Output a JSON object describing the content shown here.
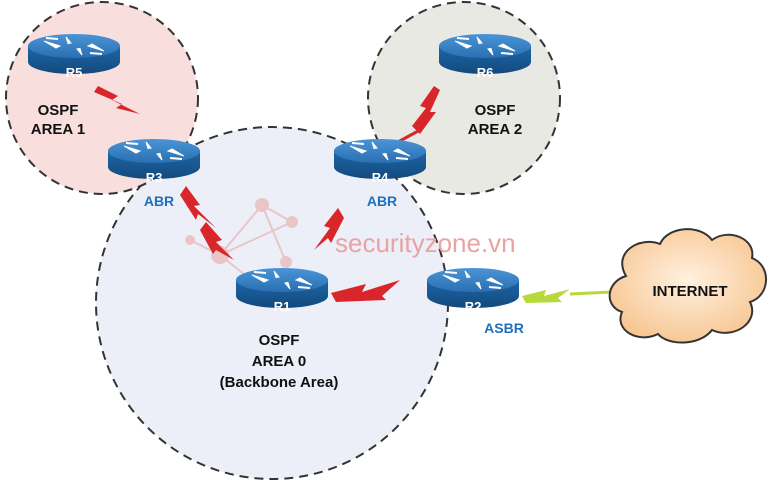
{
  "routers": [
    {
      "id": "r5",
      "name": "R5"
    },
    {
      "id": "r6",
      "name": "R6"
    },
    {
      "id": "r3",
      "name": "R3",
      "role": "ABR"
    },
    {
      "id": "r4",
      "name": "R4",
      "role": "ABR"
    },
    {
      "id": "r1",
      "name": "R1"
    },
    {
      "id": "r2",
      "name": "R2",
      "role": "ASBR"
    }
  ],
  "areas": {
    "area1": {
      "line1": "OSPF",
      "line2": "AREA 1",
      "color": "#f9dede"
    },
    "area2": {
      "line1": "OSPF",
      "line2": "AREA 2",
      "color": "#e9e9e3"
    },
    "area0": {
      "line1": "OSPF",
      "line2": "AREA 0",
      "line3": "(Backbone Area)",
      "color": "#eceff7"
    }
  },
  "cloud": {
    "label": "INTERNET",
    "color": "#fbd9b5"
  },
  "watermark": "securityzone.vn",
  "colors": {
    "router_top": "#2f7fc4",
    "router_side": "#1a5e9e",
    "role_text": "#1f6fbf",
    "serial_link": "#d9262a",
    "external_link": "#b7d93c"
  }
}
